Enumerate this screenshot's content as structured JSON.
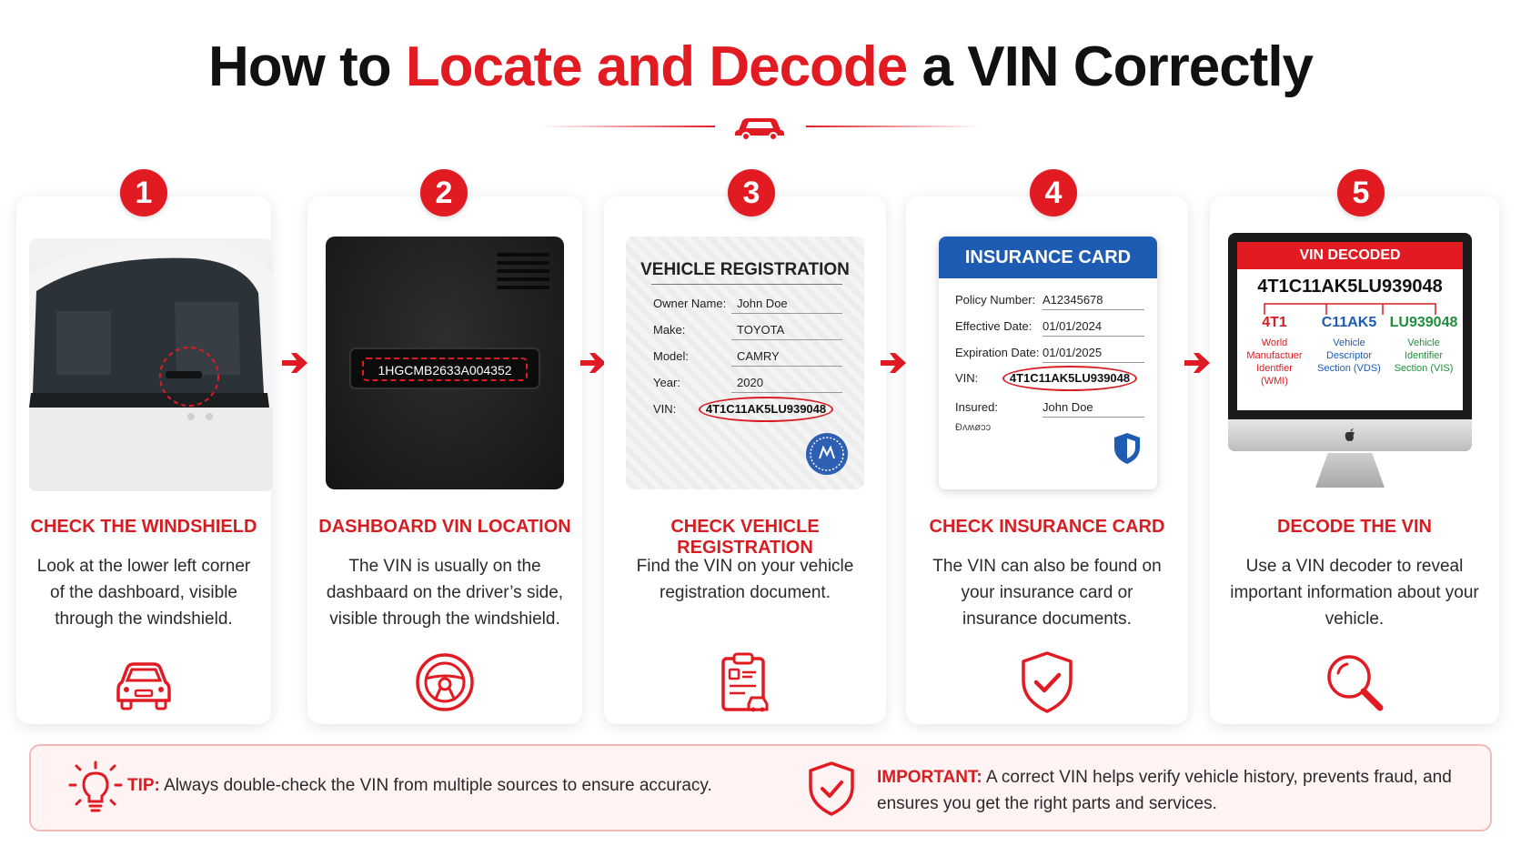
{
  "title": {
    "part1": "How to ",
    "highlight": "Locate and Decode",
    "part2": " a VIN Correctly"
  },
  "steps": [
    {
      "number": "1",
      "title": "CHECK THE WINDSHIELD",
      "desc": "Look at the lower left corner of the dashboard, visible through the windshield.",
      "icon": "car-front-icon"
    },
    {
      "number": "2",
      "title": "DASHBOARD VIN LOCATION",
      "desc": "The VIN is usually on the dashbaard on the driver’s side, visible through the windshield.",
      "icon": "steering-wheel-icon",
      "plate_vin": "1HGCMB2633A004352"
    },
    {
      "number": "3",
      "title": "CHECK VEHICLE REGISTRATION",
      "desc": "Find the VIN on your vehicle registration document.",
      "icon": "clipboard-car-icon",
      "doc": {
        "title": "VEHICLE REGISTRATION",
        "rows": [
          {
            "label": "Owner Name:",
            "value": "John Doe"
          },
          {
            "label": "Make:",
            "value": "TOYOTA"
          },
          {
            "label": "Model:",
            "value": "CAMRY"
          },
          {
            "label": "Year:",
            "value": "2020"
          },
          {
            "label": "VIN:",
            "value": "4T1C11AK5LU939048"
          }
        ]
      }
    },
    {
      "number": "4",
      "title": "CHECK INSURANCE CARD",
      "desc": "The VIN can also be found on your insurance card or insurance documents.",
      "icon": "shield-check-icon",
      "card": {
        "title": "INSURANCE CARD",
        "rows": [
          {
            "label": "Policy Number:",
            "value": "A12345678"
          },
          {
            "label": "Effective Date:",
            "value": "01/01/2024"
          },
          {
            "label": "Expiration Date:",
            "value": "01/01/2025"
          },
          {
            "label": "VIN:",
            "value": "4T1C11AK5LU939048"
          },
          {
            "label": "Insured:",
            "value": "John Doe"
          }
        ],
        "signature": "Đʌʍøɔɔ"
      }
    },
    {
      "number": "5",
      "title": "DECODE THE VIN",
      "desc": "Use a VIN decoder to reveal important information about your vehicle.",
      "icon": "magnifier-icon",
      "decoder": {
        "header": "VIN DECODED",
        "vin": "4T1C11AK5LU939048",
        "parts": [
          {
            "code": "4T1",
            "label": "World Manufactuer Identfier (WMI)",
            "color": "#d81d22"
          },
          {
            "code": "C11AK5",
            "label": "Vehicle Descriptor Section (VDS)",
            "color": "#1e5bb3"
          },
          {
            "code": "LU939048",
            "label": "Vehicle Identifier Section (VIS)",
            "color": "#1f8f3a"
          }
        ]
      }
    }
  ],
  "footer": {
    "tip_label": "TIP:",
    "tip_text": " Always double-check the VIN from multiple sources to ensure accuracy.",
    "important_label": "IMPORTANT:",
    "important_text": " A correct VIN helps verify vehicle history, prevents fraud, and ensures you get the right parts and services."
  },
  "colors": {
    "accent": "#e21b23",
    "blue": "#1e5bb3",
    "green": "#1f8f3a"
  }
}
